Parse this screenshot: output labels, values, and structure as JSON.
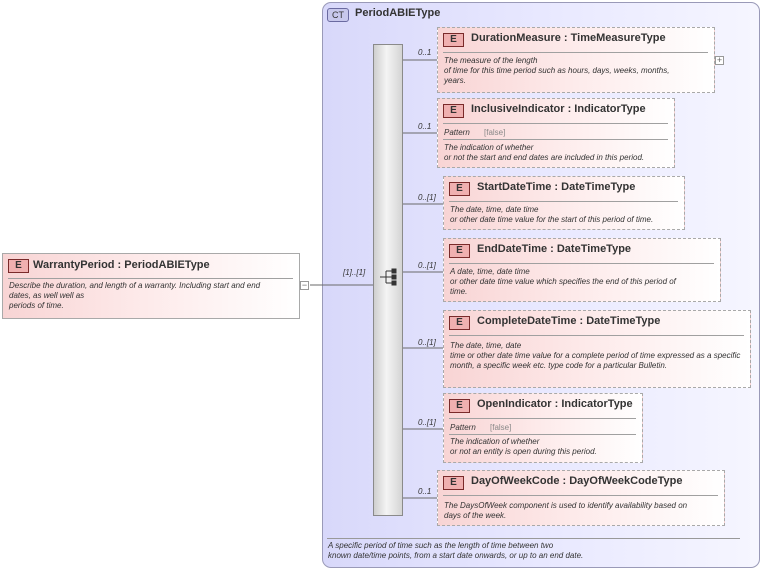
{
  "complex_type": {
    "badge": "CT",
    "title": "PeriodABIEType",
    "documentation": "A specific period of time such as the length of time between two\nknown date/time points, from a start date onwards, or up to an end date."
  },
  "root_element": {
    "badge": "E",
    "title": "WarrantyPeriod : PeriodABIEType",
    "documentation": "Describe the duration, and length of a warranty.  Including start and end\ndates, as well well as\nperiods of time.",
    "cardinality": "[1]..[1]"
  },
  "elements": [
    {
      "badge": "E",
      "title": "DurationMeasure : TimeMeasureType",
      "cardinality": "0..1",
      "documentation": "The measure of the length\n    of time for this time period such as hours, days, weeks, months,\nyears."
    },
    {
      "badge": "E",
      "title": "InclusiveIndicator : IndicatorType",
      "cardinality": "0..1",
      "pattern_label": "Pattern",
      "pattern_value": "[false]",
      "documentation": "The indication of whether\nor not the start and end dates are included in this period."
    },
    {
      "badge": "E",
      "title": "StartDateTime : DateTimeType",
      "cardinality": "0..[1]",
      "documentation": "The date, time, date time\nor other date time value for the start of this period of time."
    },
    {
      "badge": "E",
      "title": "EndDateTime : DateTimeType",
      "cardinality": "0..[1]",
      "documentation": "A date, time, date time\n    or other date time value which specifies the end of this period of\ntime."
    },
    {
      "badge": "E",
      "title": "CompleteDateTime : DateTimeType",
      "cardinality": "0..[1]",
      "documentation": "The date, time, date\ntime or other date time value for a complete period of time expressed as a specific\nmonth, a specific week etc. type code for a particular Bulletin."
    },
    {
      "badge": "E",
      "title": "OpenIndicator : IndicatorType",
      "cardinality": "0..[1]",
      "pattern_label": "Pattern",
      "pattern_value": "[false]",
      "documentation": "The indication of whether\nor not an entity is open during this period."
    },
    {
      "badge": "E",
      "title": "DayOfWeekCode : DayOfWeekCodeType",
      "cardinality": "0..1",
      "documentation": "The DaysOfWeek component is used to identify availability based on\ndays of the week."
    }
  ],
  "icons": {
    "expand": "plus-icon",
    "collapse": "minus-icon",
    "sequence": "sequence-compositor-icon"
  }
}
